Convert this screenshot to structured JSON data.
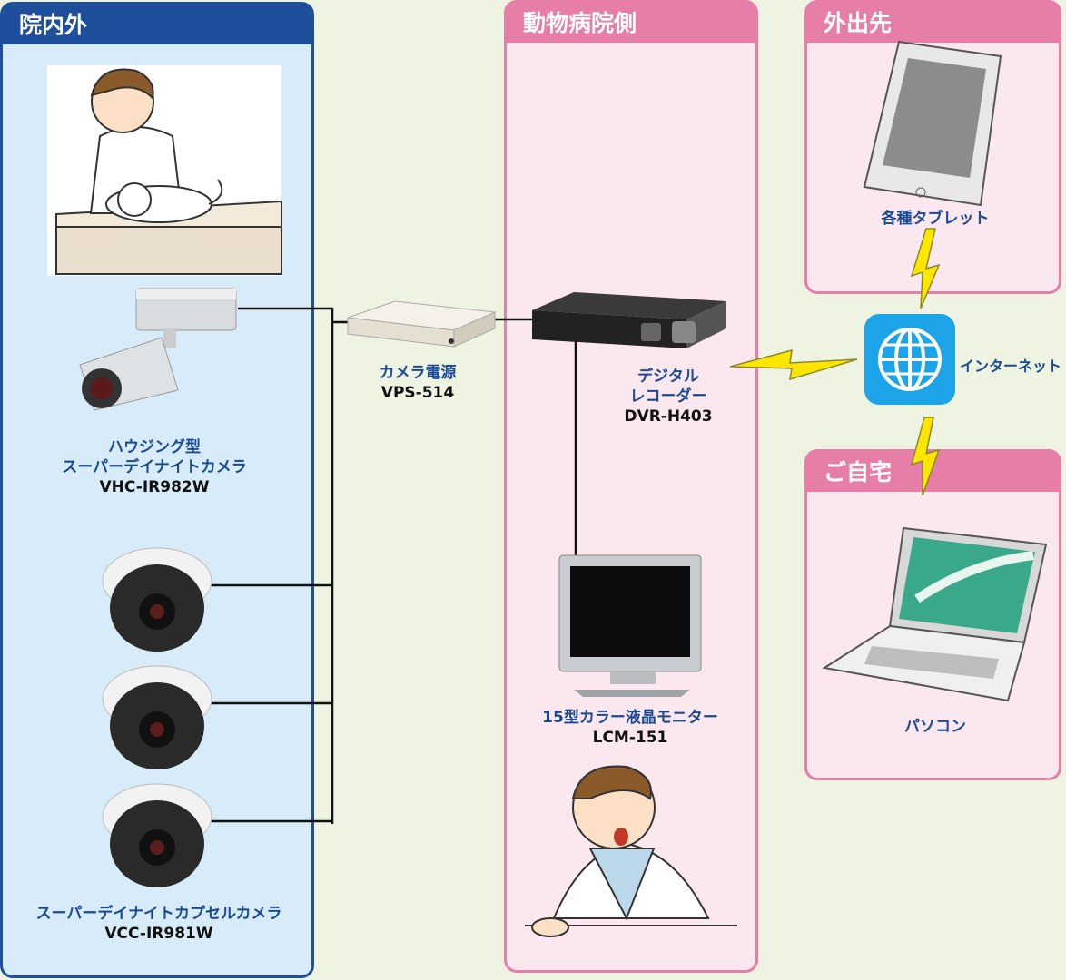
{
  "sections": {
    "in_out": {
      "title": "院内外"
    },
    "hospital": {
      "title": "動物病院側"
    },
    "outside": {
      "title": "外出先"
    },
    "home": {
      "title": "ご自宅"
    }
  },
  "devices": {
    "housing_camera": {
      "line1": "ハウジング型",
      "line2": "スーパーデイナイトカメラ",
      "model": "VHC-IR982W"
    },
    "capsule_camera": {
      "name": "スーパーデイナイトカプセルカメラ",
      "model": "VCC-IR981W"
    },
    "power_supply": {
      "name": "カメラ電源",
      "model": "VPS-514"
    },
    "recorder": {
      "line1": "デジタル",
      "line2": "レコーダー",
      "model": "DVR-H403"
    },
    "monitor": {
      "name": "15型カラー液晶モニター",
      "model": "LCM-151"
    },
    "tablet": {
      "name": "各種タブレット"
    },
    "internet": {
      "name": "インターネット"
    },
    "pc": {
      "name": "パソコン"
    }
  },
  "colors": {
    "blue": "#1f4f9a",
    "pink": "#e67ea8",
    "bolt": "#ffe600"
  }
}
